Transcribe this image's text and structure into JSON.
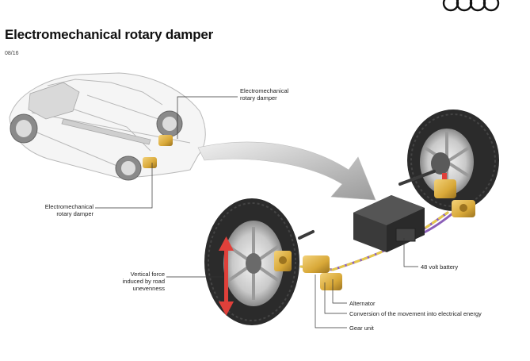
{
  "header": {
    "title": "Electromechanical rotary damper",
    "subtitle": "08/16"
  },
  "labels": {
    "damper_top": [
      "Electromechanical",
      "rotary damper"
    ],
    "damper_left": [
      "Electromechanical",
      "rotary damper"
    ],
    "vertical_force": [
      "Vertical force",
      "induced by road",
      "unevenness"
    ],
    "battery": "48 volt battery",
    "alternator": "Alternator",
    "conversion": "Conversion of the movement into electrical energy",
    "gear_unit": "Gear unit"
  },
  "colors": {
    "gold": "#d8a838",
    "arrow_red": "#e0403a",
    "tire": "#2b2b2b",
    "battery": "#3a3a3a"
  }
}
